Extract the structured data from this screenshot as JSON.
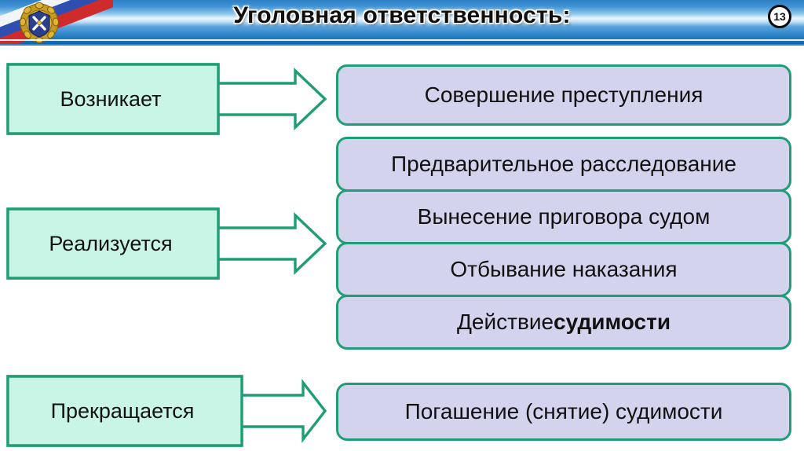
{
  "header": {
    "title": "Уголовная ответственность:",
    "page_number": "13",
    "emblem_name": "russian-ministry-emblem",
    "flag_name": "russian-tricolor-ribbon",
    "accent_blue": "#2e85c8",
    "title_color": "#101010"
  },
  "theme": {
    "teal_fill": "#c9f5e6",
    "teal_border": "#1f9d76",
    "lavender_fill": "#d3d3ee",
    "text_color": "#111111",
    "background": "#ffffff"
  },
  "stages": [
    {
      "id": "arises",
      "label": "Возникает",
      "arrow_name": "arrow-arises"
    },
    {
      "id": "realized",
      "label": "Реализуется",
      "arrow_name": "arrow-realized"
    },
    {
      "id": "terminated",
      "label": "Прекращается",
      "arrow_name": "arrow-terminated"
    }
  ],
  "outcomes": {
    "arises": [
      {
        "text": "Совершение преступления"
      }
    ],
    "realized": [
      {
        "text": "Предварительное расследование"
      },
      {
        "text": "Вынесение приговора судом"
      },
      {
        "text": "Отбывание наказания"
      },
      {
        "text_prefix": "Действие ",
        "text_bold": "судимости"
      }
    ],
    "terminated": [
      {
        "text": "Погашение (снятие) судимости"
      }
    ]
  }
}
